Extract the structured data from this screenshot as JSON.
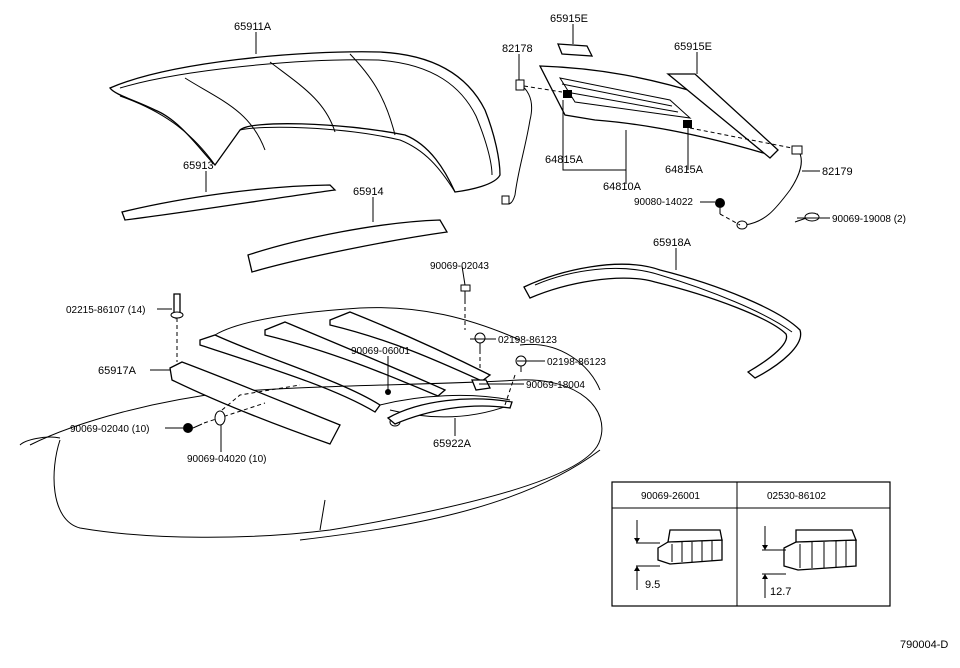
{
  "labels": {
    "roof_cover": "65911A",
    "rear_window_panel": "65915E",
    "rear_window_panel_right": "65915E",
    "connector_left": "82178",
    "connector_right": "82179",
    "front_pad": "65913",
    "rear_pad": "65914",
    "bracket_left": "64815A",
    "bracket_right": "64815A",
    "window_frame": "64810A",
    "bolt_90080": "90080-14022",
    "clip_90069_19008": "90069-19008 (2)",
    "side_weatherstrip": "65918A",
    "screw_90069_02043": "90069-02043",
    "rivet_02215": "02215-86107 (14)",
    "screw_02198_a": "02198-86123",
    "screw_90069_06001": "90069-06001",
    "screw_02198_b": "02198-86123",
    "front_retainer": "65917A",
    "clip_90069_18004": "90069-18004",
    "bolt_90069_02040": "90069-02040 (10)",
    "rear_retainer": "65922A",
    "nut_90069_04020": "90069-04020 (10)"
  },
  "legend": {
    "col1_header": "90069-26001",
    "col2_header": "02530-86102",
    "col1_size": "9.5",
    "col2_size": "12.7"
  },
  "figure_id": "790004-D"
}
